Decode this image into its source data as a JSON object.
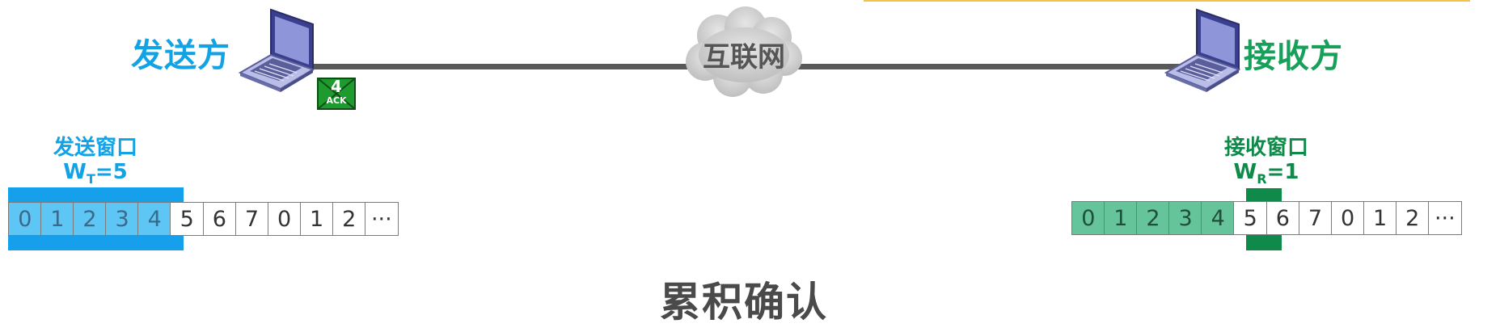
{
  "sender": {
    "label": "发送方"
  },
  "receiver": {
    "label": "接收方"
  },
  "network": {
    "label": "互联网"
  },
  "packet": {
    "number": "4",
    "type": "ACK"
  },
  "send_window": {
    "title": "发送窗口",
    "size_prefix": "W",
    "size_sub": "T",
    "size_suffix": "=5"
  },
  "recv_window": {
    "title": "接收窗口",
    "size_prefix": "W",
    "size_sub": "R",
    "size_suffix": "=1"
  },
  "sender_sequence": [
    "0",
    "1",
    "2",
    "3",
    "4",
    "5",
    "6",
    "7",
    "0",
    "1",
    "2",
    "···"
  ],
  "receiver_sequence": [
    "0",
    "1",
    "2",
    "3",
    "4",
    "5",
    "6",
    "7",
    "0",
    "1",
    "2",
    "···"
  ],
  "caption": "累积确认",
  "colors": {
    "sender": "#12a3e6",
    "receiver": "#16a05a",
    "send_window_bar": "#16a0ec",
    "recv_window_bar": "#0f8a4a"
  },
  "icons": {
    "sender_device": "laptop-icon",
    "receiver_device": "laptop-icon",
    "network": "cloud-icon",
    "packet": "ack-packet-icon"
  }
}
